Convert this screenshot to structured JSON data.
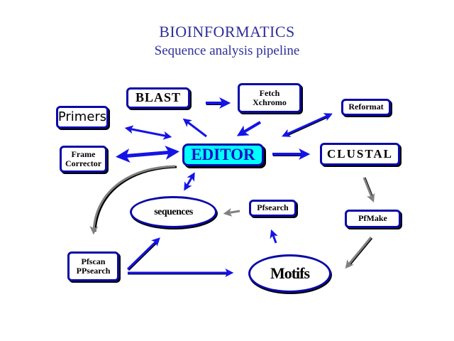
{
  "title": "BIOINFORMATICS",
  "subtitle": "Sequence analysis pipeline",
  "nodes": {
    "editor": "EDITOR",
    "blast": "BLAST",
    "fetch_line1": "Fetch",
    "fetch_line2": "Xchromo",
    "reformat": "Reformat",
    "primers": "Primers",
    "frame_line1": "Frame",
    "frame_line2": "Corrector",
    "clustal": "CLUSTAL",
    "pfmake": "PfMake",
    "pfsearch": "Pfsearch",
    "pfscan_line1": "Pfscan",
    "pfscan_line2": "PPsearch",
    "sequences": "sequences",
    "motifs": "Motifs"
  },
  "colors": {
    "title": "#2f2f9a",
    "editor_fill": "#00ffff",
    "editor_text": "#1010c0",
    "border": "#0a0aa8",
    "arrow_blue": "#1414e6",
    "arrow_gray": "#808080"
  },
  "edges": [
    {
      "from": "blast",
      "to": "fetch",
      "style": "blue"
    },
    {
      "from": "fetch",
      "to": "editor",
      "style": "blue"
    },
    {
      "from": "editor",
      "to": "blast",
      "style": "blue"
    },
    {
      "from": "editor",
      "to": "reformat",
      "style": "blue-double"
    },
    {
      "from": "editor",
      "to": "primers",
      "style": "blue-double"
    },
    {
      "from": "editor",
      "to": "frame-corrector",
      "style": "blue-double"
    },
    {
      "from": "editor",
      "to": "clustal",
      "style": "blue"
    },
    {
      "from": "editor",
      "to": "sequences",
      "style": "blue-double"
    },
    {
      "from": "editor",
      "to": "pfscan",
      "style": "gray"
    },
    {
      "from": "clustal",
      "to": "pfmake",
      "style": "gray"
    },
    {
      "from": "pfmake",
      "to": "motifs",
      "style": "gray"
    },
    {
      "from": "motifs",
      "to": "pfsearch",
      "style": "blue"
    },
    {
      "from": "pfsearch",
      "to": "sequences",
      "style": "gray"
    },
    {
      "from": "pfscan",
      "to": "sequences",
      "style": "blue"
    },
    {
      "from": "pfscan",
      "to": "motifs",
      "style": "blue"
    }
  ]
}
